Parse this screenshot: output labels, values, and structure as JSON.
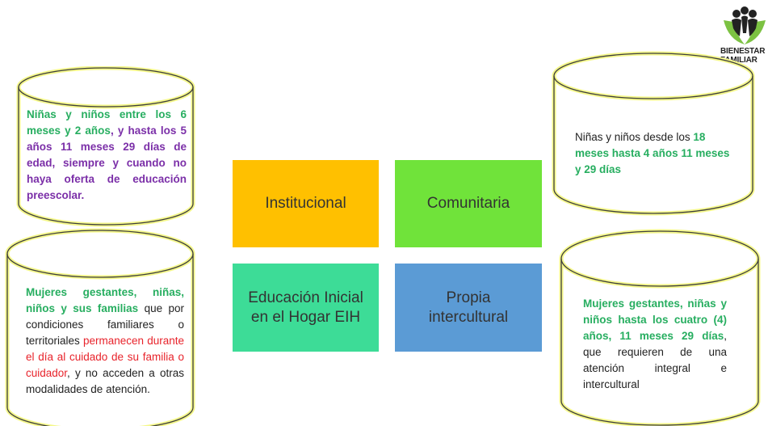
{
  "logo": {
    "line1": "BIENESTAR",
    "line2": "FAMILIAR"
  },
  "boxes": {
    "institucional": "Institucional",
    "comunitaria": "Comunitaria",
    "eih": "Educación Inicial en el Hogar EIH",
    "propia": "Propia intercultural"
  },
  "cyl_top_left": {
    "p1": "Niñas y niños entre los 6 meses y 2 años",
    "p2": ", y hasta los 5 años 11 meses 29 días de edad, siempre y cuando no haya oferta de educación preescolar."
  },
  "cyl_bottom_left": {
    "p1": "Mujeres gestantes, niñas, niños y sus familias",
    "p2": " que por condiciones familiares o territoriales ",
    "p3": "permanecen durante el día al cuidado de su familia o cuidador",
    "p4": ", y no acceden a otras modalidades de atención."
  },
  "cyl_top_right": {
    "p1": "Niñas y niños desde los ",
    "p2": "18 meses hasta 4 años 11 meses y 29 días"
  },
  "cyl_bottom_right": {
    "p1": "Mujeres gestantes, niñas y niños hasta los cuatro (4) años, 11 meses 29 días",
    "p2": ", que requieren de una atención integral e intercultural"
  },
  "colors": {
    "institucional": "#ffc000",
    "comunitaria": "#70e33a",
    "eih": "#3ddc97",
    "propia": "#5b9bd5",
    "cylinder_stroke": "#3d3d3d",
    "cylinder_glow": "#f4f78a",
    "green_text": "#27ae60",
    "purple_text": "#7b2fa8",
    "red_text": "#e8232b"
  }
}
